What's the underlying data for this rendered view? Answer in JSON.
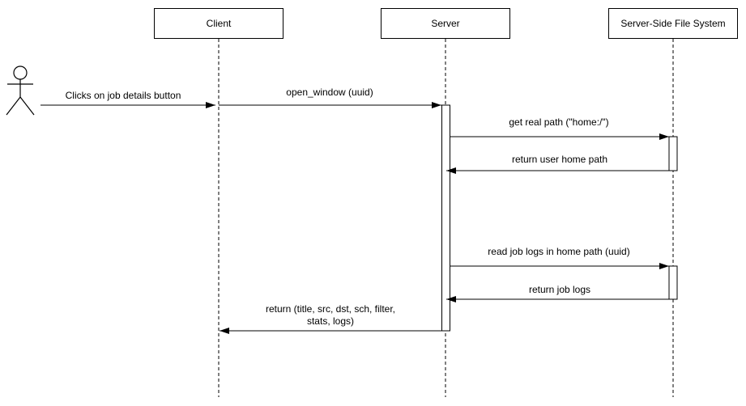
{
  "diagram": {
    "kind": "uml-sequence-diagram",
    "background_color": "#ffffff",
    "stroke_color": "#000000",
    "participants": [
      {
        "label": "Client"
      },
      {
        "label": "Server"
      },
      {
        "label": "Server-Side File System"
      }
    ],
    "actor": {
      "kind": "stick-figure",
      "label": ""
    },
    "messages": [
      {
        "from": "actor",
        "to": "client",
        "direction": "right",
        "label": "Clicks on job details button"
      },
      {
        "from": "client",
        "to": "server",
        "direction": "right",
        "label": "open_window (uuid)"
      },
      {
        "from": "server",
        "to": "file-system",
        "direction": "right",
        "label": "get real path (\"home:/\")"
      },
      {
        "from": "file-system",
        "to": "server",
        "direction": "left",
        "label": "return user home path"
      },
      {
        "from": "server",
        "to": "file-system",
        "direction": "right",
        "label": "read job logs in home path (uuid)"
      },
      {
        "from": "file-system",
        "to": "server",
        "direction": "left",
        "label": "return job logs"
      },
      {
        "from": "server",
        "to": "client",
        "direction": "left",
        "label": "return (title, src, dst, sch, filter,\nstats, logs)"
      }
    ]
  }
}
